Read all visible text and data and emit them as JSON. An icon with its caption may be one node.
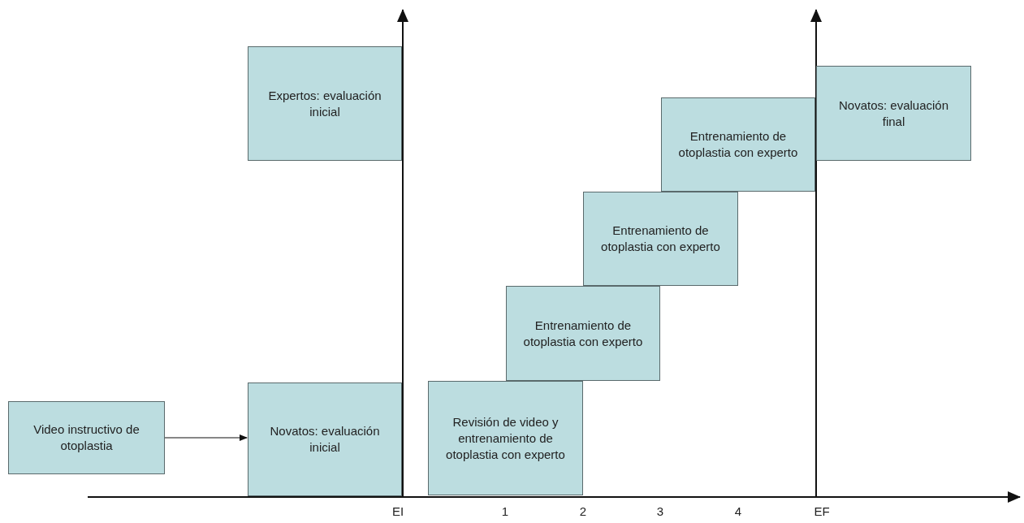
{
  "diagram": {
    "nodes": [
      {
        "text": [
          "Video instructivo de otoplastia"
        ]
      },
      {
        "text": [
          "Expertos: evaluación inicial"
        ]
      },
      {
        "text": [
          "Novatos: evaluación inicial"
        ]
      },
      {
        "text": [
          "Revisión de video y entrenamiento de otoplastia con experto"
        ]
      },
      {
        "text": [
          "Entrenamiento de otoplastia con experto"
        ]
      },
      {
        "text": [
          "Entrenamiento de otoplastia con experto"
        ]
      },
      {
        "text": [
          "Entrenamiento de otoplastia con experto"
        ]
      },
      {
        "text": [
          "Novatos: evaluación final"
        ]
      }
    ],
    "edges": [
      {
        "from": 0,
        "to": 2,
        "arrow": "to"
      }
    ],
    "labels": [
      "EI",
      "1",
      "2",
      "3",
      "4",
      "EF"
    ]
  }
}
